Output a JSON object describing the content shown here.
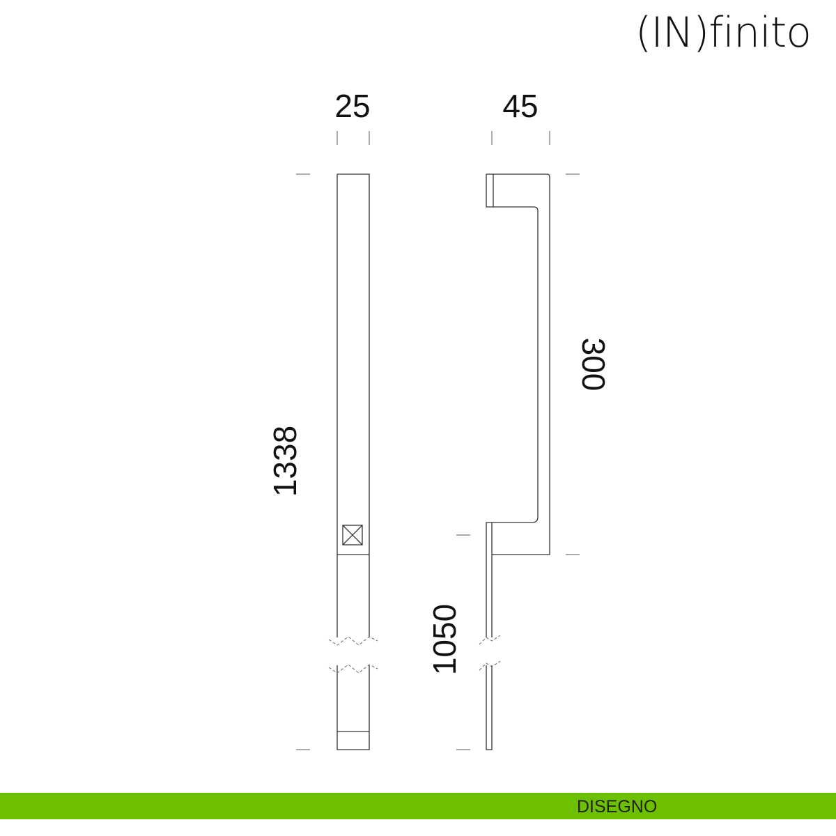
{
  "brand": {
    "logo": "(IN)finito"
  },
  "dimensions": {
    "width_front": "25",
    "width_side": "45",
    "total_length": "1338",
    "grip_length": "300",
    "fixing_length": "1050"
  },
  "footer": {
    "label": "DISEGNO",
    "color": "#6cc000"
  }
}
